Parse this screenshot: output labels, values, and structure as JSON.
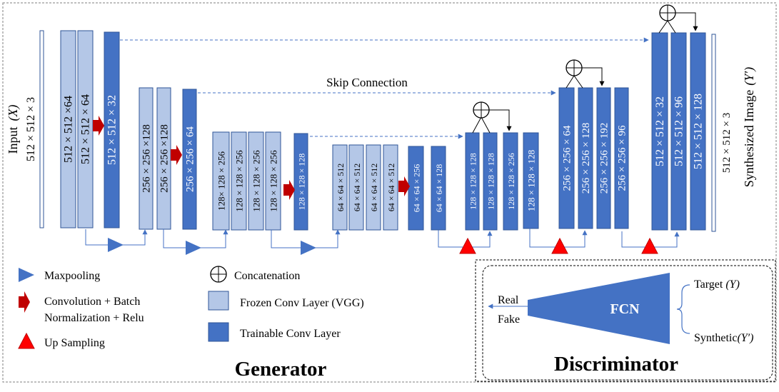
{
  "colors": {
    "frozen": "#b4c7e7",
    "frozen_stroke": "#2f5597",
    "trainable": "#4472c4",
    "trainable_stroke": "#2f5597",
    "maxpool": "#4472c4",
    "conv": "#c00000",
    "upsample": "#ff0000",
    "arrow": "#4472c4",
    "border": "#7f7f7f"
  },
  "icons": {
    "maxpool": "triangle-right-icon",
    "conv": "red-arrow-right-icon",
    "upsample": "triangle-up-icon",
    "concat": "circle-plus-icon"
  },
  "generator": {
    "title": "Generator",
    "input_label": "Input",
    "input_symbol": "(X)",
    "input_dims": "512 × 512 × 3",
    "output_label": "Synthesized Image",
    "output_symbol": "(Y′)",
    "output_dims": "512 × 512 × 3",
    "skip_label": "Skip Connection",
    "encoder_layers": [
      {
        "label": "512 × 512 ×64",
        "kind": "frozen"
      },
      {
        "label": "512 × 512 × 64",
        "kind": "frozen"
      },
      {
        "label": "512 × 512 × 32",
        "kind": "trainable"
      },
      {
        "label": "256 × 256 ×128",
        "kind": "frozen"
      },
      {
        "label": "256 × 256 ×128",
        "kind": "frozen"
      },
      {
        "label": "256 × 256 × 64",
        "kind": "trainable"
      },
      {
        "label": "128× 128 × 256",
        "kind": "frozen"
      },
      {
        "label": "128 × 128 × 256",
        "kind": "frozen"
      },
      {
        "label": "128 × 128 × 256",
        "kind": "frozen"
      },
      {
        "label": "128 × 128 × 256",
        "kind": "frozen"
      },
      {
        "label": "128 × 128 × 128",
        "kind": "trainable"
      },
      {
        "label": "64 × 64 × 512",
        "kind": "frozen"
      },
      {
        "label": "64 × 64 × 512",
        "kind": "frozen"
      },
      {
        "label": "64 × 64 × 512",
        "kind": "frozen"
      },
      {
        "label": "64 × 64 × 512",
        "kind": "frozen"
      },
      {
        "label": "64 × 64 × 256",
        "kind": "trainable"
      },
      {
        "label": "64 × 64 × 128",
        "kind": "trainable"
      }
    ],
    "decoder_layers": [
      {
        "label": "128 × 128 × 128",
        "kind": "trainable"
      },
      {
        "label": "128 × 128 × 128",
        "kind": "trainable"
      },
      {
        "label": "128 × 128 × 256",
        "kind": "trainable"
      },
      {
        "label": "128 × 128 × 128",
        "kind": "trainable"
      },
      {
        "label": "256 × 256 × 64",
        "kind": "trainable"
      },
      {
        "label": "256 × 256 × 128",
        "kind": "trainable"
      },
      {
        "label": "256 × 256 × 192",
        "kind": "trainable"
      },
      {
        "label": "256 × 256 × 96",
        "kind": "trainable"
      },
      {
        "label": "512 × 512 × 32",
        "kind": "trainable"
      },
      {
        "label": "512 × 512 × 96",
        "kind": "trainable"
      },
      {
        "label": "512 × 512 × 128",
        "kind": "trainable"
      }
    ]
  },
  "legend": {
    "maxpool": "Maxpooling",
    "conv_line1": "Convolution + Batch",
    "conv_line2": "Normalization + Relu",
    "upsample": "Up Sampling",
    "concat": "Concatenation",
    "frozen": "Frozen Conv Layer (VGG)",
    "trainable": "Trainable Conv Layer"
  },
  "discriminator": {
    "title": "Discriminator",
    "block_label": "FCN",
    "real_label": "Real",
    "fake_label": "Fake",
    "target_label": "Target",
    "target_symbol": "(Y)",
    "synthetic_label": "Synthetic",
    "synthetic_symbol": "(Y′)"
  }
}
